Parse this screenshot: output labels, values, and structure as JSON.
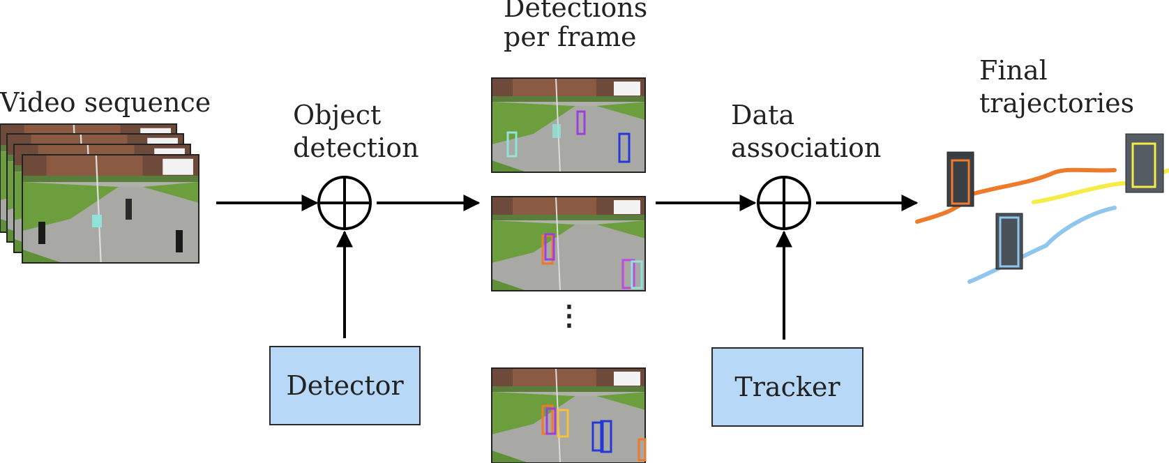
{
  "labels": {
    "video_sequence": "Video sequence",
    "object_detection_line1": "Object",
    "object_detection_line2": "detection",
    "detections_line1": "Detections",
    "detections_line2": "per frame",
    "data_association_line1": "Data",
    "data_association_line2": "association",
    "final_line1": "Final",
    "final_line2": "trajectories"
  },
  "boxes": {
    "detector": "Detector",
    "tracker": "Tracker"
  },
  "ellipsis": "⋮",
  "colors": {
    "box_fill": "#b7d8f7",
    "arrow": "#000000",
    "trajectory_orange": "#f07a2c",
    "trajectory_yellow": "#f5ec48",
    "trajectory_blue": "#8ec6ee",
    "bbox_purple": "#9b3fdd",
    "bbox_blue": "#2438d8",
    "bbox_cyan": "#8fe3d8"
  },
  "icons": [
    "sum-circle-icon",
    "arrow-icon",
    "video-frame-icon"
  ]
}
